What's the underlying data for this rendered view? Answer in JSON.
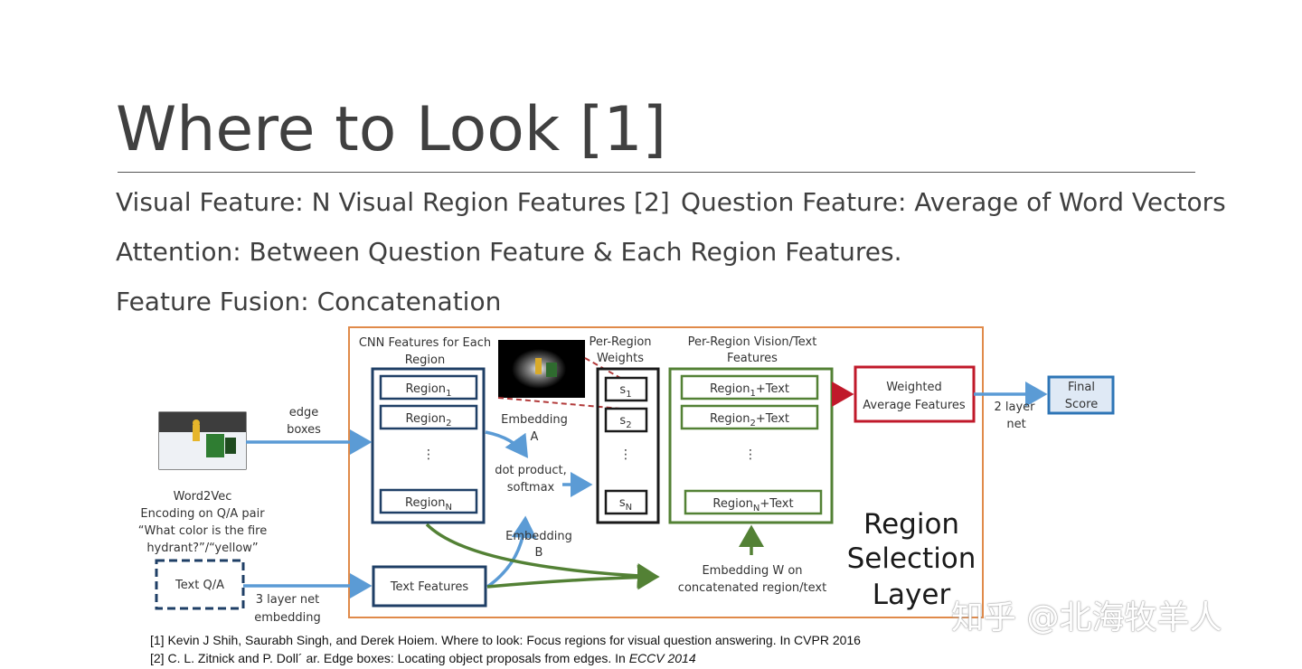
{
  "slide": {
    "title": "Where to Look [1]",
    "visual_feature": "Visual Feature: N Visual Region Features [2]",
    "question_feature": "Question Feature: Average of Word Vectors",
    "attention": "Attention: Between Question Feature & Each Region Features.",
    "fusion": "Feature Fusion: Concatenation"
  },
  "diagram": {
    "cnn_header_1": "CNN Features for Each",
    "cnn_header_2": "Region",
    "region_1": "Region",
    "region_2": "Region",
    "region_n": "Region",
    "sub_1": "1",
    "sub_2": "2",
    "sub_n": "N",
    "ellipsis": "⋮",
    "edge_boxes_1": "edge",
    "edge_boxes_2": "boxes",
    "word2vec_1": "Word2Vec",
    "word2vec_2": "Encoding on Q/A pair",
    "word2vec_3": "“What color is the fire",
    "word2vec_4": "hydrant?”/“yellow”",
    "text_qa": "Text Q/A",
    "three_layer_1": "3 layer net",
    "three_layer_2": "embedding",
    "text_features": "Text Features",
    "embedding_a_1": "Embedding",
    "embedding_a_2": "A",
    "dot_product_1": "dot product,",
    "dot_product_2": "softmax",
    "embedding_b_1": "Embedding",
    "embedding_b_2": "B",
    "weights_header_1": "Per-Region",
    "weights_header_2": "Weights",
    "s_letter": "s",
    "vt_header_1": "Per-Region Vision/Text",
    "vt_header_2": "Features",
    "plus_text": "+Text",
    "embedding_w_1": "Embedding W on",
    "embedding_w_2": "concatenated region/text",
    "weighted_1": "Weighted",
    "weighted_2": "Average Features",
    "two_layer_1": "2 layer",
    "two_layer_2": "net",
    "final_1": "Final",
    "final_2": "Score",
    "rsl_1": "Region",
    "rsl_2": "Selection",
    "rsl_3": "Layer"
  },
  "references": {
    "ref1": "[1] Kevin J Shih, Saurabh Singh, and Derek Hoiem. Where to look: Focus regions for visual question answering. In CVPR 2016",
    "ref2_main": "[2] C. L. Zitnick and P. Doll´ ar. Edge boxes: Locating object proposals from edges. In ",
    "ref2_venue": "ECCV 2014"
  },
  "watermark": "知乎 @北海牧羊人",
  "colors": {
    "navy": "#1f3f66",
    "blue_arrow": "#5b9bd5",
    "green": "#538135",
    "red": "#c0192a",
    "orange_frame": "#e08a4a",
    "dark": "#1a1a1a"
  }
}
